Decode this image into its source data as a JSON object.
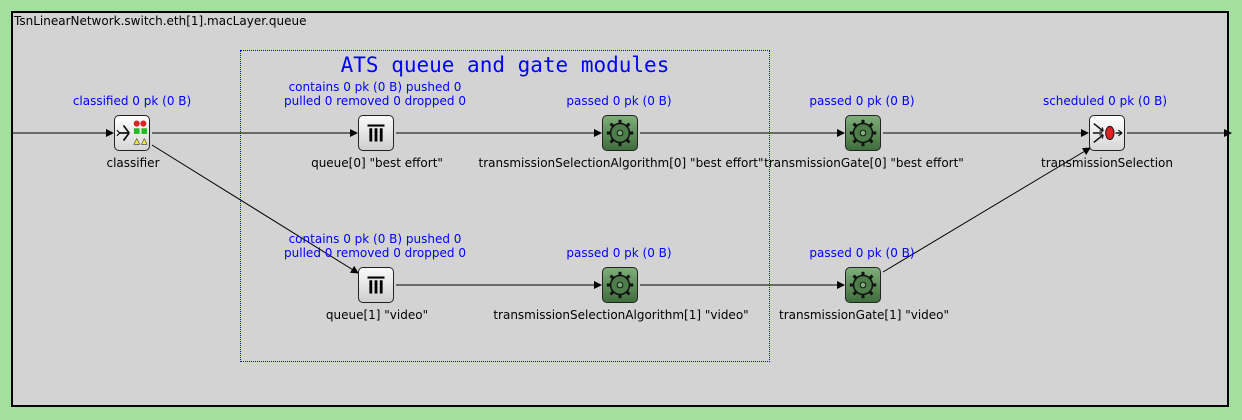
{
  "frame_title": "TsnLinearNetwork.switch.eth[1].macLayer.queue",
  "group_title": "ATS queue and gate modules",
  "modules": {
    "classifier": {
      "name": "classifier",
      "stat": "classified 0 pk (0 B)",
      "icon": "classifier-icon"
    },
    "queue0": {
      "name": "queue[0] \"best effort\"",
      "stat_line1": "contains 0 pk (0 B) pushed 0",
      "stat_line2": "pulled 0 removed 0 dropped 0",
      "icon": "queue-icon"
    },
    "queue1": {
      "name": "queue[1] \"video\"",
      "stat_line1": "contains 0 pk (0 B) pushed 0",
      "stat_line2": "pulled 0 removed 0 dropped 0",
      "icon": "queue-icon"
    },
    "tsa0": {
      "name": "transmissionSelectionAlgorithm[0] \"best effort\"",
      "stat": "passed 0 pk (0 B)",
      "icon": "gear-icon"
    },
    "tsa1": {
      "name": "transmissionSelectionAlgorithm[1] \"video\"",
      "stat": "passed 0 pk (0 B)",
      "icon": "gear-icon"
    },
    "gate0": {
      "name": "transmissionGate[0] \"best effort\"",
      "stat": "passed 0 pk (0 B)",
      "icon": "gear-icon"
    },
    "gate1": {
      "name": "transmissionGate[1] \"video\"",
      "stat": "passed 0 pk (0 B)",
      "icon": "gear-icon"
    },
    "selection": {
      "name": "transmissionSelection",
      "stat": "scheduled 0 pk (0 B)",
      "icon": "scheduler-icon"
    }
  },
  "colors": {
    "background": "#a4dfa0",
    "canvas": "#d3d3d3",
    "stat_text": "#0000ff",
    "group_border": "#0000ff"
  }
}
